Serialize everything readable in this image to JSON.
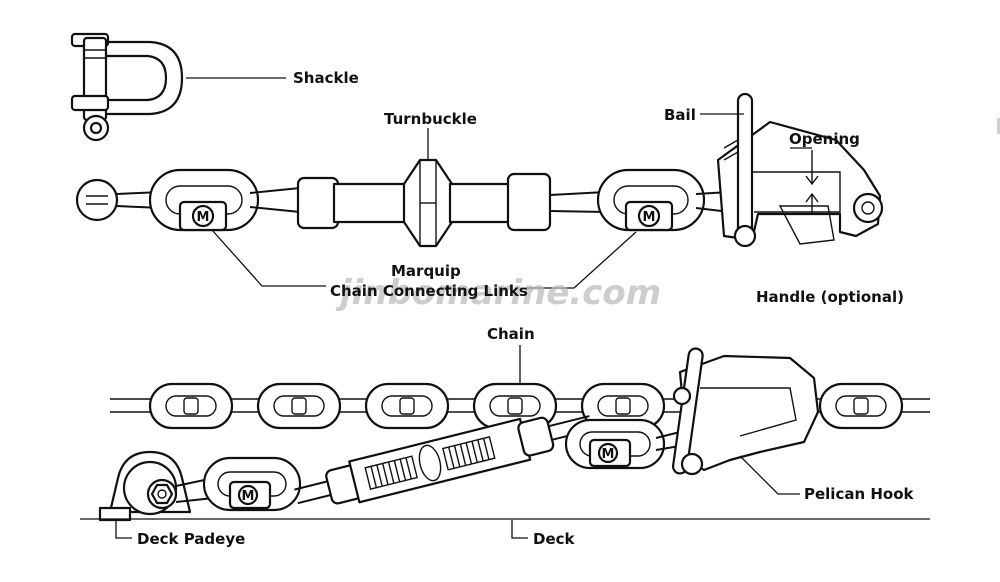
{
  "labels": {
    "shackle": "Shackle",
    "turnbuckle": "Turnbuckle",
    "bail": "Bail",
    "opening": "Opening",
    "marquip": "Marquip",
    "chain_connecting_links": "Chain Connecting Links",
    "handle_optional": "Handle (optional)",
    "chain": "Chain",
    "pelican_hook": "Pelican Hook",
    "deck_padeye": "Deck Padeye",
    "deck": "Deck"
  },
  "link_mark": "M",
  "watermark": "jinbomarine.com",
  "colors": {
    "ink": "#111111",
    "paper": "#ffffff",
    "watermark": "#bdbdbd"
  }
}
